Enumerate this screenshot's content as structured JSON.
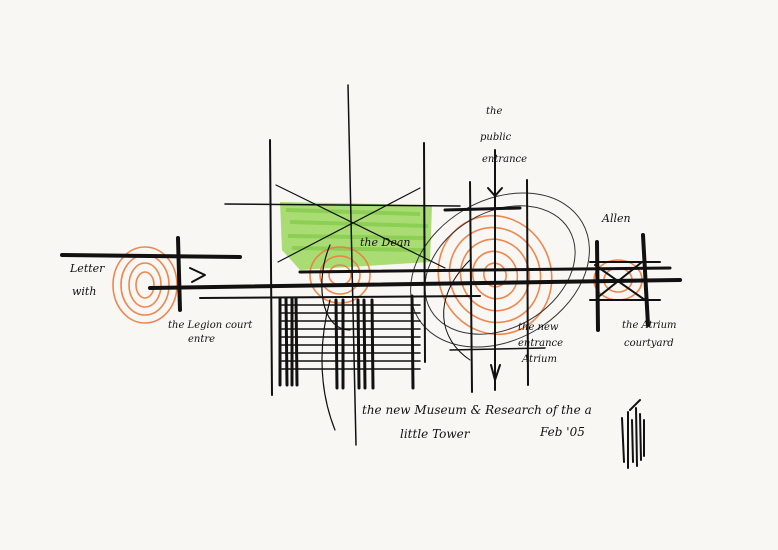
{
  "sketch": {
    "colors": {
      "ink": "#111111",
      "paper": "#f8f7f4",
      "green_wash": "#8fd44a",
      "orange_wash": "#f07a3c"
    },
    "annotations": [
      {
        "id": "label-left-top",
        "text": "Letter"
      },
      {
        "id": "label-left-bottom",
        "text": "with"
      },
      {
        "id": "label-left-under",
        "text": "the Legion court"
      },
      {
        "id": "label-left-under-2",
        "text": "entre"
      },
      {
        "id": "label-green-zone",
        "text": "the Dean"
      },
      {
        "id": "label-top-1",
        "text": "the"
      },
      {
        "id": "label-top-2",
        "text": "public"
      },
      {
        "id": "label-top-3",
        "text": "entrance"
      },
      {
        "id": "label-right-top",
        "text": "Allen"
      },
      {
        "id": "label-center-1",
        "text": "the new"
      },
      {
        "id": "label-center-2",
        "text": "entrance"
      },
      {
        "id": "label-center-3",
        "text": "Atrium"
      },
      {
        "id": "label-right-1",
        "text": "the Atrium"
      },
      {
        "id": "label-right-2",
        "text": "courtyard"
      },
      {
        "id": "label-bottom-1",
        "text": "the new Museum & Research of the a"
      },
      {
        "id": "label-bottom-2",
        "text": "little Tower"
      },
      {
        "id": "label-bottom-3",
        "text": "Feb '05"
      }
    ]
  }
}
